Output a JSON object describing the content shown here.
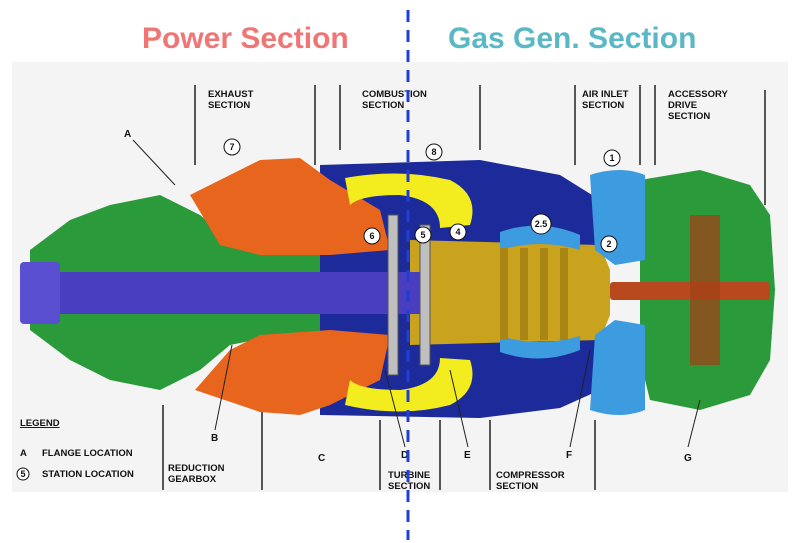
{
  "headers": {
    "power": "Power Section",
    "gas": "Gas Gen. Section",
    "power_color": "#f07575",
    "gas_color": "#5ab8c6",
    "divider_color": "#1f3fd8"
  },
  "sections": {
    "exhaust": [
      "EXHAUST",
      "SECTION"
    ],
    "combustion": [
      "COMBUSTION",
      "SECTION"
    ],
    "air_inlet": [
      "AIR INLET",
      "SECTION"
    ],
    "accessory": [
      "ACCESSORY",
      "DRIVE",
      "SECTION"
    ],
    "reduction": [
      "REDUCTION",
      "GEARBOX"
    ],
    "turbine": [
      "TURBINE",
      "SECTION"
    ],
    "compressor": [
      "COMPRESSOR",
      "SECTION"
    ]
  },
  "flanges": [
    "A",
    "B",
    "C",
    "D",
    "E",
    "F",
    "G"
  ],
  "stations": [
    "7",
    "8",
    "6",
    "5",
    "4",
    "2.5",
    "1",
    "2"
  ],
  "legend": {
    "title": "LEGEND",
    "flange_key": "A",
    "flange_text": "FLANGE LOCATION",
    "station_key": "5",
    "station_text": "STATION LOCATION"
  },
  "colors": {
    "shaft": "#4a3ec0",
    "exhaust": "#e8651e",
    "combustor": "#f3ec1f",
    "compressor": "#c9a21e",
    "inlet": "#3c9cdf",
    "casing": "#2a9a3a",
    "housing": "#1c2a9a"
  }
}
